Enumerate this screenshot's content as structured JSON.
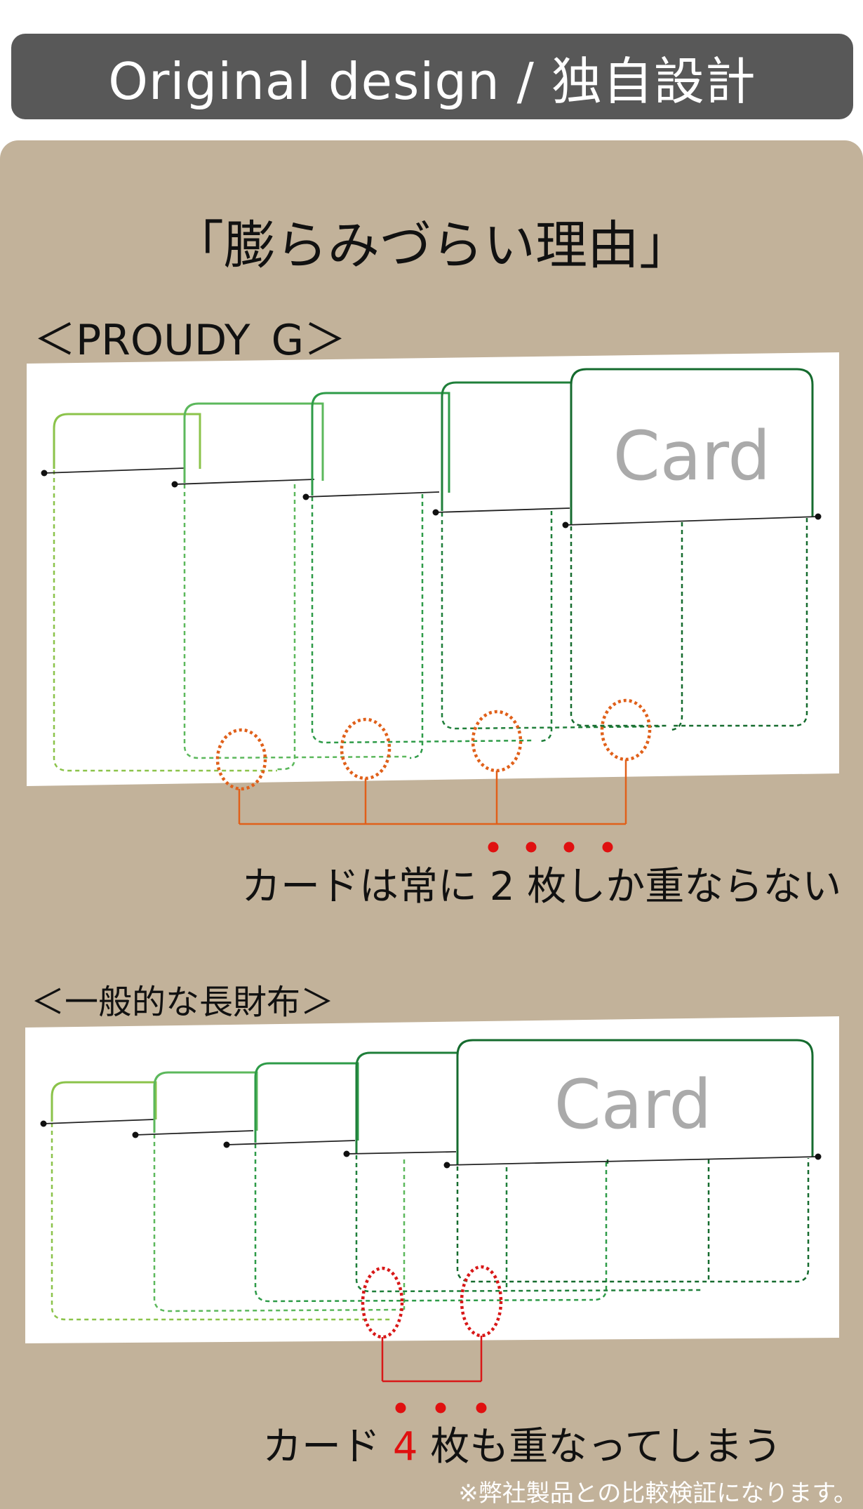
{
  "header": {
    "title": "Original design  /  独自設計"
  },
  "panel": {
    "title": "「膨らみづらい理由」"
  },
  "proudy": {
    "label": "＜PROUDY_G＞",
    "card_label": "Card",
    "caption_prefix": "カードは常に ",
    "caption_number": "2",
    "caption_suffix": " 枚しか重ならない"
  },
  "generic": {
    "label": "＜一般的な長財布＞",
    "card_label": "Card",
    "caption_prefix": "カード ",
    "caption_number": "4",
    "caption_suffix": " 枚も重なってしまう"
  },
  "footnote": "※弊社製品との比較検証になります。",
  "colors": {
    "header_bg": "#585858",
    "panel_bg": "#c2b29a",
    "greens": [
      "#8bc34a",
      "#5cb85c",
      "#2e9b48",
      "#1f7f3a",
      "#156b2e"
    ],
    "overlap_orange": "#e0601a",
    "overlap_red": "#d81818",
    "emphasis_dot": "#e01010",
    "card_text": "#aaaaaa"
  }
}
